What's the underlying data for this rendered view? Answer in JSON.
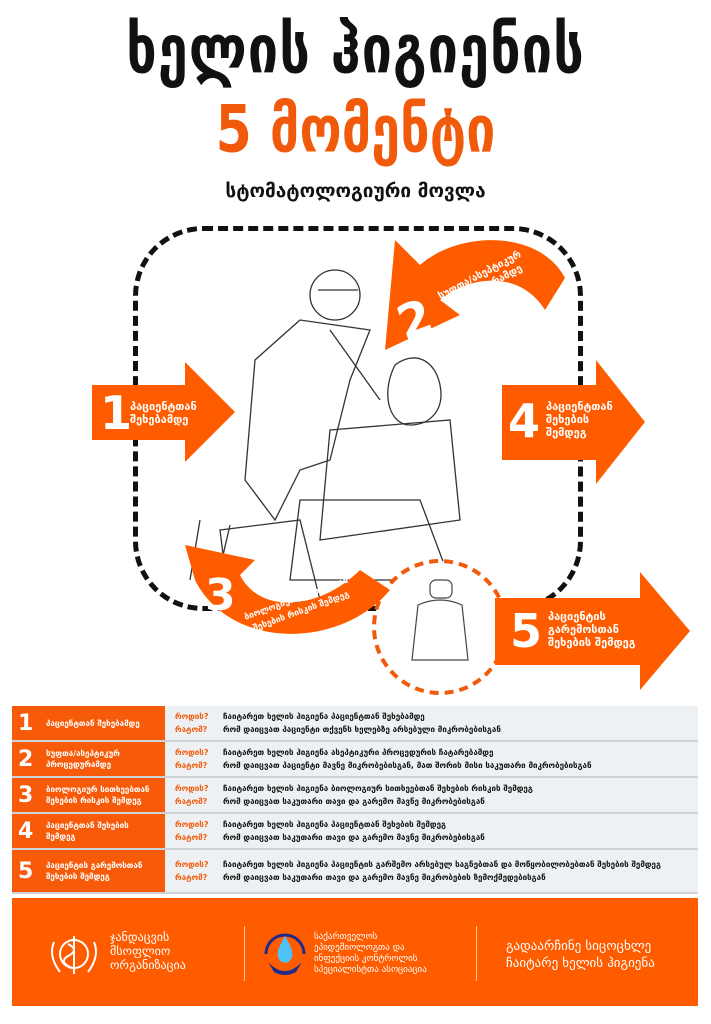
{
  "header": {
    "title": "ხელის ჰიგიენის",
    "subtitle": "5 მომენტი",
    "context": "სტომატოლოგიური მოვლა"
  },
  "colors": {
    "accent": "#f05a0a",
    "footer": "#ff5c00"
  },
  "moments": [
    {
      "num": "1",
      "label_l1": "პაციენტთან",
      "label_l2": "შეხებამდე"
    },
    {
      "num": "2",
      "label_l1": "სუფთა/ასეპტიკურ",
      "label_l2": "პროცედურამდე"
    },
    {
      "num": "3",
      "label_l1": "ბიოლოგიურ სითხეებთან",
      "label_l2": "შეხების რისკის შემდეგ"
    },
    {
      "num": "4",
      "label_l1": "პაციენტთან",
      "label_l2": "შეხების",
      "label_l3": "შემდეგ"
    },
    {
      "num": "5",
      "label_l1": "პაციენტის",
      "label_l2": "გარემოსთან",
      "label_l3": "შეხების შემდეგ"
    }
  ],
  "table": {
    "when": "როდის?",
    "why": "რატომ?",
    "rows": [
      {
        "num": "1",
        "title": "პაციენტთან შეხებამდე",
        "when": "ჩაიტარეთ ხელის ჰიგიენა პაციენტთან შეხებამდე",
        "why": "რომ დაიცვათ პაციენტი თქვენს ხელებზე არსებული მიკრობებისგან"
      },
      {
        "num": "2",
        "title": "სუფთა/ასეპტიკურ პროცედურამდე",
        "when": "ჩაიტარეთ ხელის ჰიგიენა ასეპტიკური პროცედურის ჩატარებამდე",
        "why": "რომ დაიცვათ პაციენტი მავნე მიკრობებისგან, მათ შორის მისი საკუთარი მიკრობებისგან"
      },
      {
        "num": "3",
        "title": "ბიოლოგიურ სითხეებთან შეხების რისკის შემდეგ",
        "when": "ჩაიტარეთ ხელის ჰიგიენა ბიოლოგიურ სითხეებთან შეხების რისკის შემდეგ",
        "why": "რომ დაიცვათ საკუთარი თავი და გარემო მავნე მიკრობებისგან"
      },
      {
        "num": "4",
        "title": "პაციენტთან შეხების შემდეგ",
        "when": "ჩაიტარეთ ხელის ჰიგიენა პაციენტთან შეხების შემდეგ",
        "why": "რომ დაიცვათ საკუთარი თავი და გარემო მავნე მიკრობებისგან"
      },
      {
        "num": "5",
        "title": "პაციენტის გარემოსთან შეხების შემდეგ",
        "when": "ჩაიტარეთ ხელის ჰიგიენა პაციენტის გარშემო არსებულ საგნებთან და მოწყობილობებთან შეხების შემდეგ",
        "why": "რომ დაიცვათ საკუთარი თავი და გარემო მავნე მიკრობების ზემოქმედებისგან"
      }
    ]
  },
  "footer": {
    "who_l1": "ჯანდაცვის",
    "who_l2": "მსოფლიო",
    "who_l3": "ორგანიზაცია",
    "assoc_l1": "საქართველოს",
    "assoc_l2": "ეპიდემიოლოგთა და",
    "assoc_l3": "ინფექციის კონტროლის",
    "assoc_l4": "სპეციალისტთა ასოციაცია",
    "slogan_l1": "გადაარჩინე სიცოცხლე",
    "slogan_l2": "ჩაიტარე ხელის ჰიგიენა"
  }
}
